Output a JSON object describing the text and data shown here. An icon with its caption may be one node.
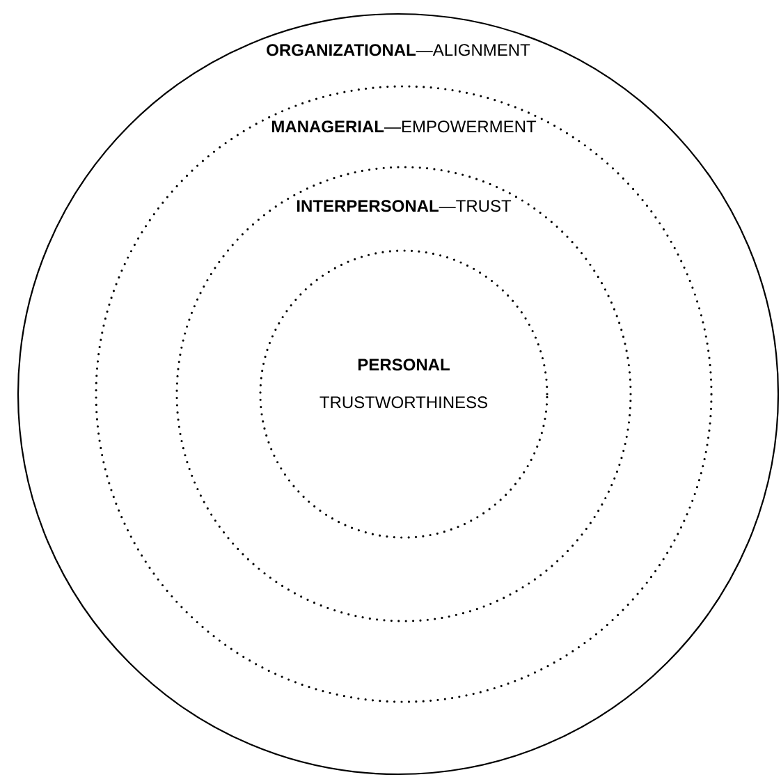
{
  "diagram": {
    "nodes": [
      {
        "text": [
          "**ORGANIZATIONAL**—ALIGNMENT"
        ]
      },
      {
        "text": [
          "**MANAGERIAL**—EMPOWERMENT"
        ],
        "in": 0
      },
      {
        "text": [
          "**INTERPERSONAL**—TRUST"
        ],
        "in": 1
      },
      {
        "text": [
          "PERSONAL",
          "TRUSTWORTHINESS"
        ],
        "in": 2
      }
    ]
  }
}
